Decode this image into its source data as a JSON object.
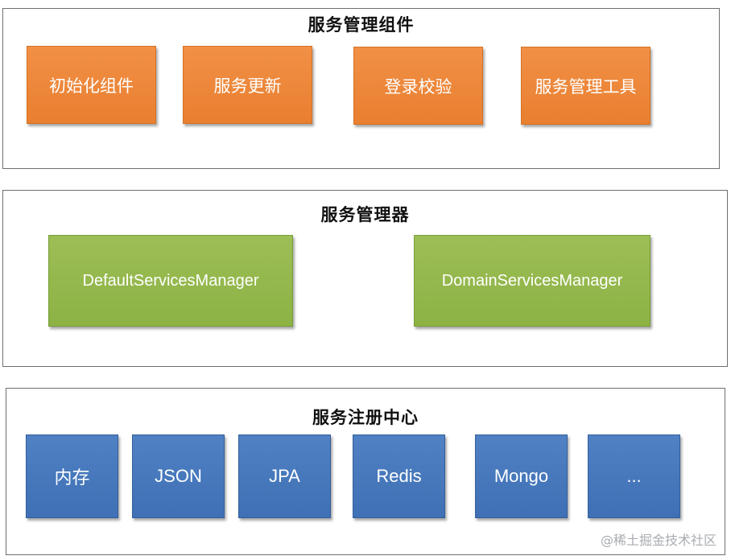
{
  "layers": {
    "components": {
      "title": "服务管理组件",
      "boxes": [
        "初始化组件",
        "服务更新",
        "登录校验",
        "服务管理工具"
      ]
    },
    "managers": {
      "title": "服务管理器",
      "boxes": [
        "DefaultServicesManager",
        "DomainServicesManager"
      ]
    },
    "registry": {
      "title": "服务注册中心",
      "boxes": [
        "内存",
        "JSON",
        "JPA",
        "Redis",
        "Mongo",
        "..."
      ]
    }
  },
  "watermark": "@稀土掘金技术社区",
  "colors": {
    "components": "#ec8637",
    "managers": "#93b64b",
    "registry": "#4676ba"
  }
}
